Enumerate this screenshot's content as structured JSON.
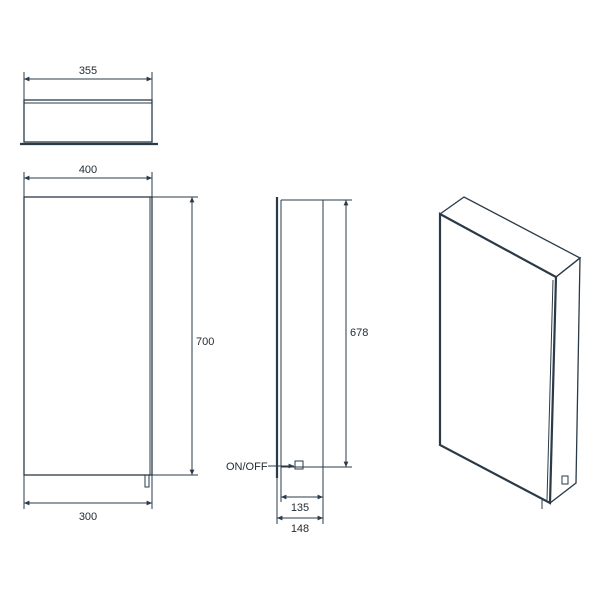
{
  "colors": {
    "line": "#2a3a48",
    "text": "#1f2a33",
    "background": "#ffffff"
  },
  "top_view": {
    "width_label": "355"
  },
  "front_view": {
    "width_top_label": "400",
    "height_label": "700",
    "width_bottom_label": "300"
  },
  "side_view": {
    "height_label": "678",
    "switch_label": "ON/OFF",
    "depth_inner_label": "135",
    "depth_outer_label": "148"
  },
  "perspective_view": {}
}
